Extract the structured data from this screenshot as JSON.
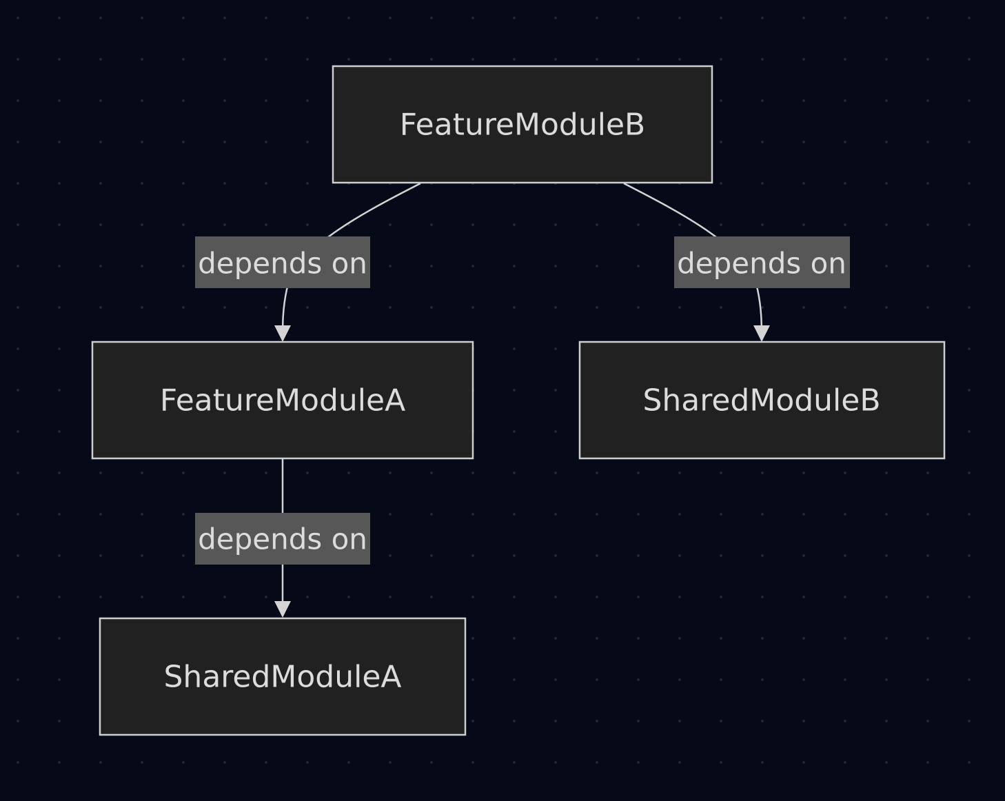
{
  "diagram": {
    "nodes": {
      "feature_b": "FeatureModuleB",
      "feature_a": "FeatureModuleA",
      "shared_b": "SharedModuleB",
      "shared_a": "SharedModuleA"
    },
    "edges": [
      {
        "from": "FeatureModuleB",
        "to": "FeatureModuleA",
        "label": "depends on"
      },
      {
        "from": "FeatureModuleB",
        "to": "SharedModuleB",
        "label": "depends on"
      },
      {
        "from": "FeatureModuleA",
        "to": "SharedModuleA",
        "label": "depends on"
      }
    ],
    "colors": {
      "background": "#060a18",
      "node_fill": "#212121",
      "node_border": "#cfcfcf",
      "edge": "#d4d4d4",
      "label_fill": "#575757",
      "text": "#dcdcdc"
    }
  }
}
